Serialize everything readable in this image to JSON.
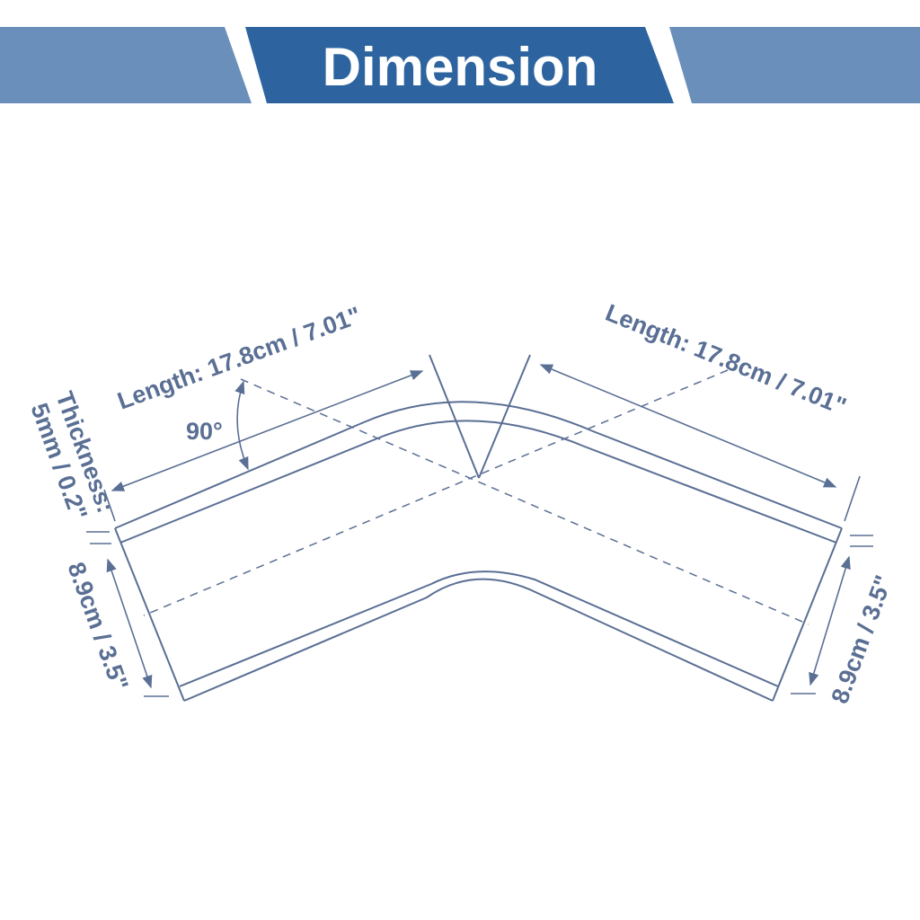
{
  "header": {
    "title": "Dimension",
    "colors": {
      "banner_side": "#6a8fba",
      "banner_center": "#2d64a0",
      "title_text": "#ffffff"
    }
  },
  "diagram": {
    "colors": {
      "line": "#5a6f94",
      "label": "#5a6f94"
    },
    "angle_label": "90°",
    "length_left_label": "Length: 17.8cm / 7.01\"",
    "length_right_label": "Length: 17.8cm / 7.01\"",
    "thickness_label_line1": "Thickness:",
    "thickness_label_line2": "5mm / 0.2\"",
    "height_left_label": "8.9cm / 3.5\"",
    "height_right_label": "8.9cm / 3.5\""
  }
}
